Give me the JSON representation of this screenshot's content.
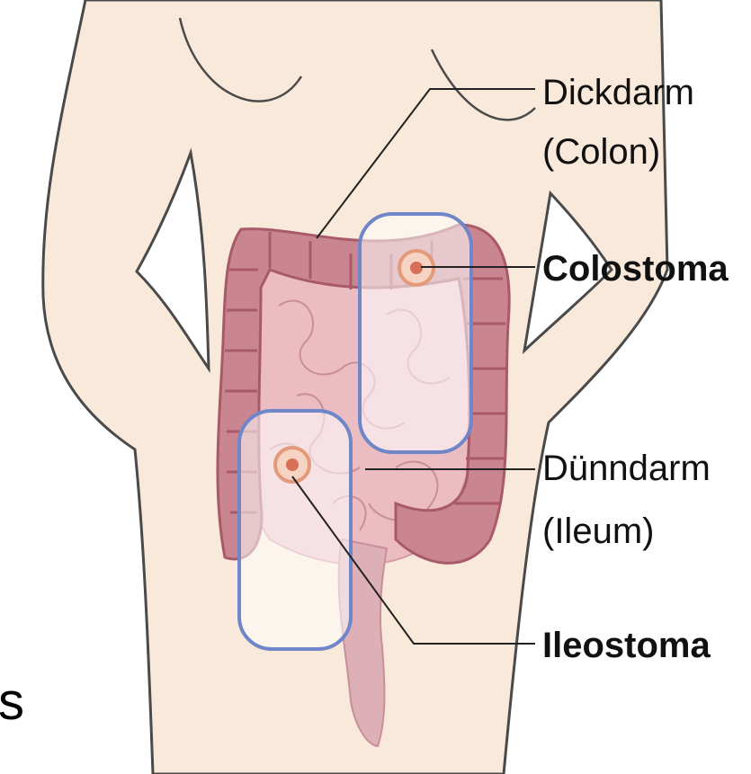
{
  "labels": {
    "dickdarm": "Dickdarm",
    "colon": "(Colon)",
    "colostoma": "Colostoma",
    "duenndarm": "Dünndarm",
    "ileum": "(Ileum)",
    "ileostoma": "Ileostoma"
  },
  "stray_glyph": "s",
  "colors": {
    "skin": "#f9e9da",
    "skin_outline": "#4a4a4a",
    "colon": "#c98590",
    "colon_dark": "#a85a68",
    "small_intestine": "#ecbcc3",
    "pouch_border": "#6f86c9",
    "stoma": "#e39a7a",
    "leader_line": "#222222"
  }
}
